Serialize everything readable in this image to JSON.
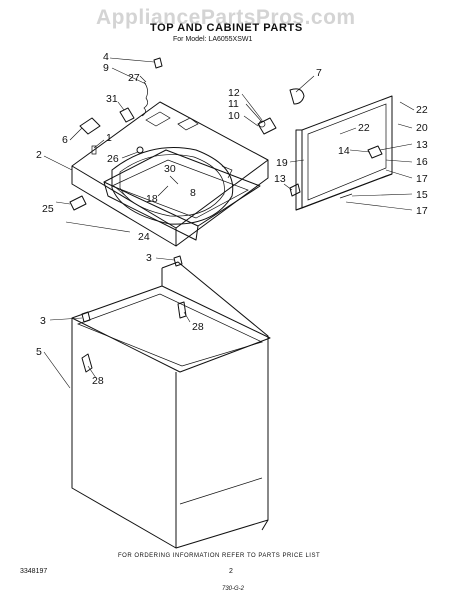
{
  "watermark": "AppliancePartsPros.com",
  "title": "TOP AND CABINET PARTS",
  "model_line": {
    "prefix": "For Model:",
    "model": "LA6055XSW1"
  },
  "callouts": {
    "c1": "1",
    "c2": "2",
    "c3a": "3",
    "c3b": "3",
    "c4": "4",
    "c5": "5",
    "c6": "6",
    "c7": "7",
    "c8": "8",
    "c9": "9",
    "c10": "10",
    "c11": "11",
    "c12": "12",
    "c13a": "13",
    "c13b": "13",
    "c14": "14",
    "c15": "15",
    "c16": "16",
    "c17a": "17",
    "c17b": "17",
    "c18": "18",
    "c19": "19",
    "c20": "20",
    "c22a": "22",
    "c22b": "22",
    "c24": "24",
    "c25": "25",
    "c26": "26",
    "c27": "27",
    "c28a": "28",
    "c28b": "28",
    "c30": "30",
    "c31": "31"
  },
  "footer_note": "FOR ORDERING INFORMATION REFER TO PARTS PRICE LIST",
  "doc_number": "3348197",
  "page_number": "2",
  "print_code": "730-G-2",
  "colors": {
    "ink": "#111111",
    "watermark": "#d4d4d4",
    "background": "#ffffff"
  }
}
